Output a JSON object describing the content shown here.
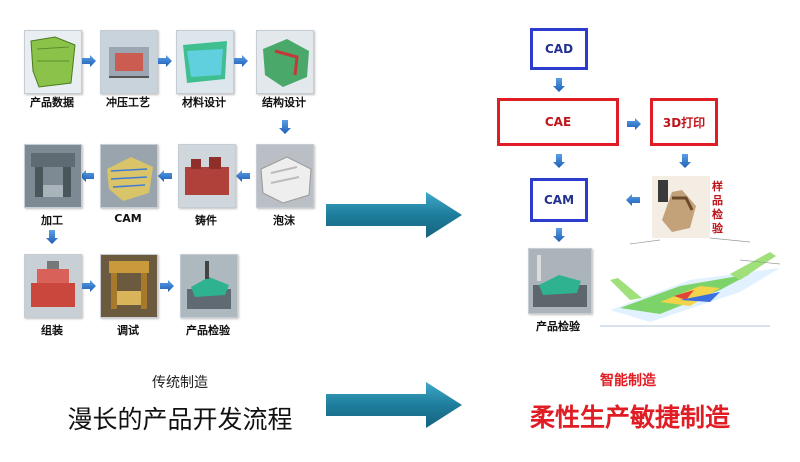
{
  "traditional_flow": {
    "steps": [
      {
        "label": "产品数据",
        "icon": "car-door-panel-image"
      },
      {
        "label": "冲压工艺",
        "icon": "stamping-die-image"
      },
      {
        "label": "材料设计",
        "icon": "material-model-image"
      },
      {
        "label": "结构设计",
        "icon": "structure-model-image"
      },
      {
        "label": "泡沫",
        "icon": "foam-pattern-image"
      },
      {
        "label": "铸件",
        "icon": "casting-image"
      },
      {
        "label": "CAM",
        "icon": "cam-toolpath-image"
      },
      {
        "label": "加工",
        "icon": "machining-image"
      },
      {
        "label": "组装",
        "icon": "assembly-image"
      },
      {
        "label": "调试",
        "icon": "press-tryout-image"
      },
      {
        "label": "产品检验",
        "icon": "product-inspection-image"
      }
    ],
    "caption_small": "传统制造",
    "caption_large": "漫长的产品开发流程"
  },
  "smart_flow": {
    "boxes": {
      "cad": "CAD",
      "cae": "CAE",
      "print3d": "3D打印",
      "cam": "CAM"
    },
    "sample_label": "样品检验",
    "inspection_label": "产品检验",
    "caption_small": "智能制造",
    "caption_large": "柔性生产敏捷制造"
  },
  "colors": {
    "blue_box": "#2c3ccc",
    "red_box": "#e01c24",
    "arrow_small": "#2a6fc9",
    "arrow_big": "#1e7d9c",
    "caption_red": "#e01c24"
  }
}
